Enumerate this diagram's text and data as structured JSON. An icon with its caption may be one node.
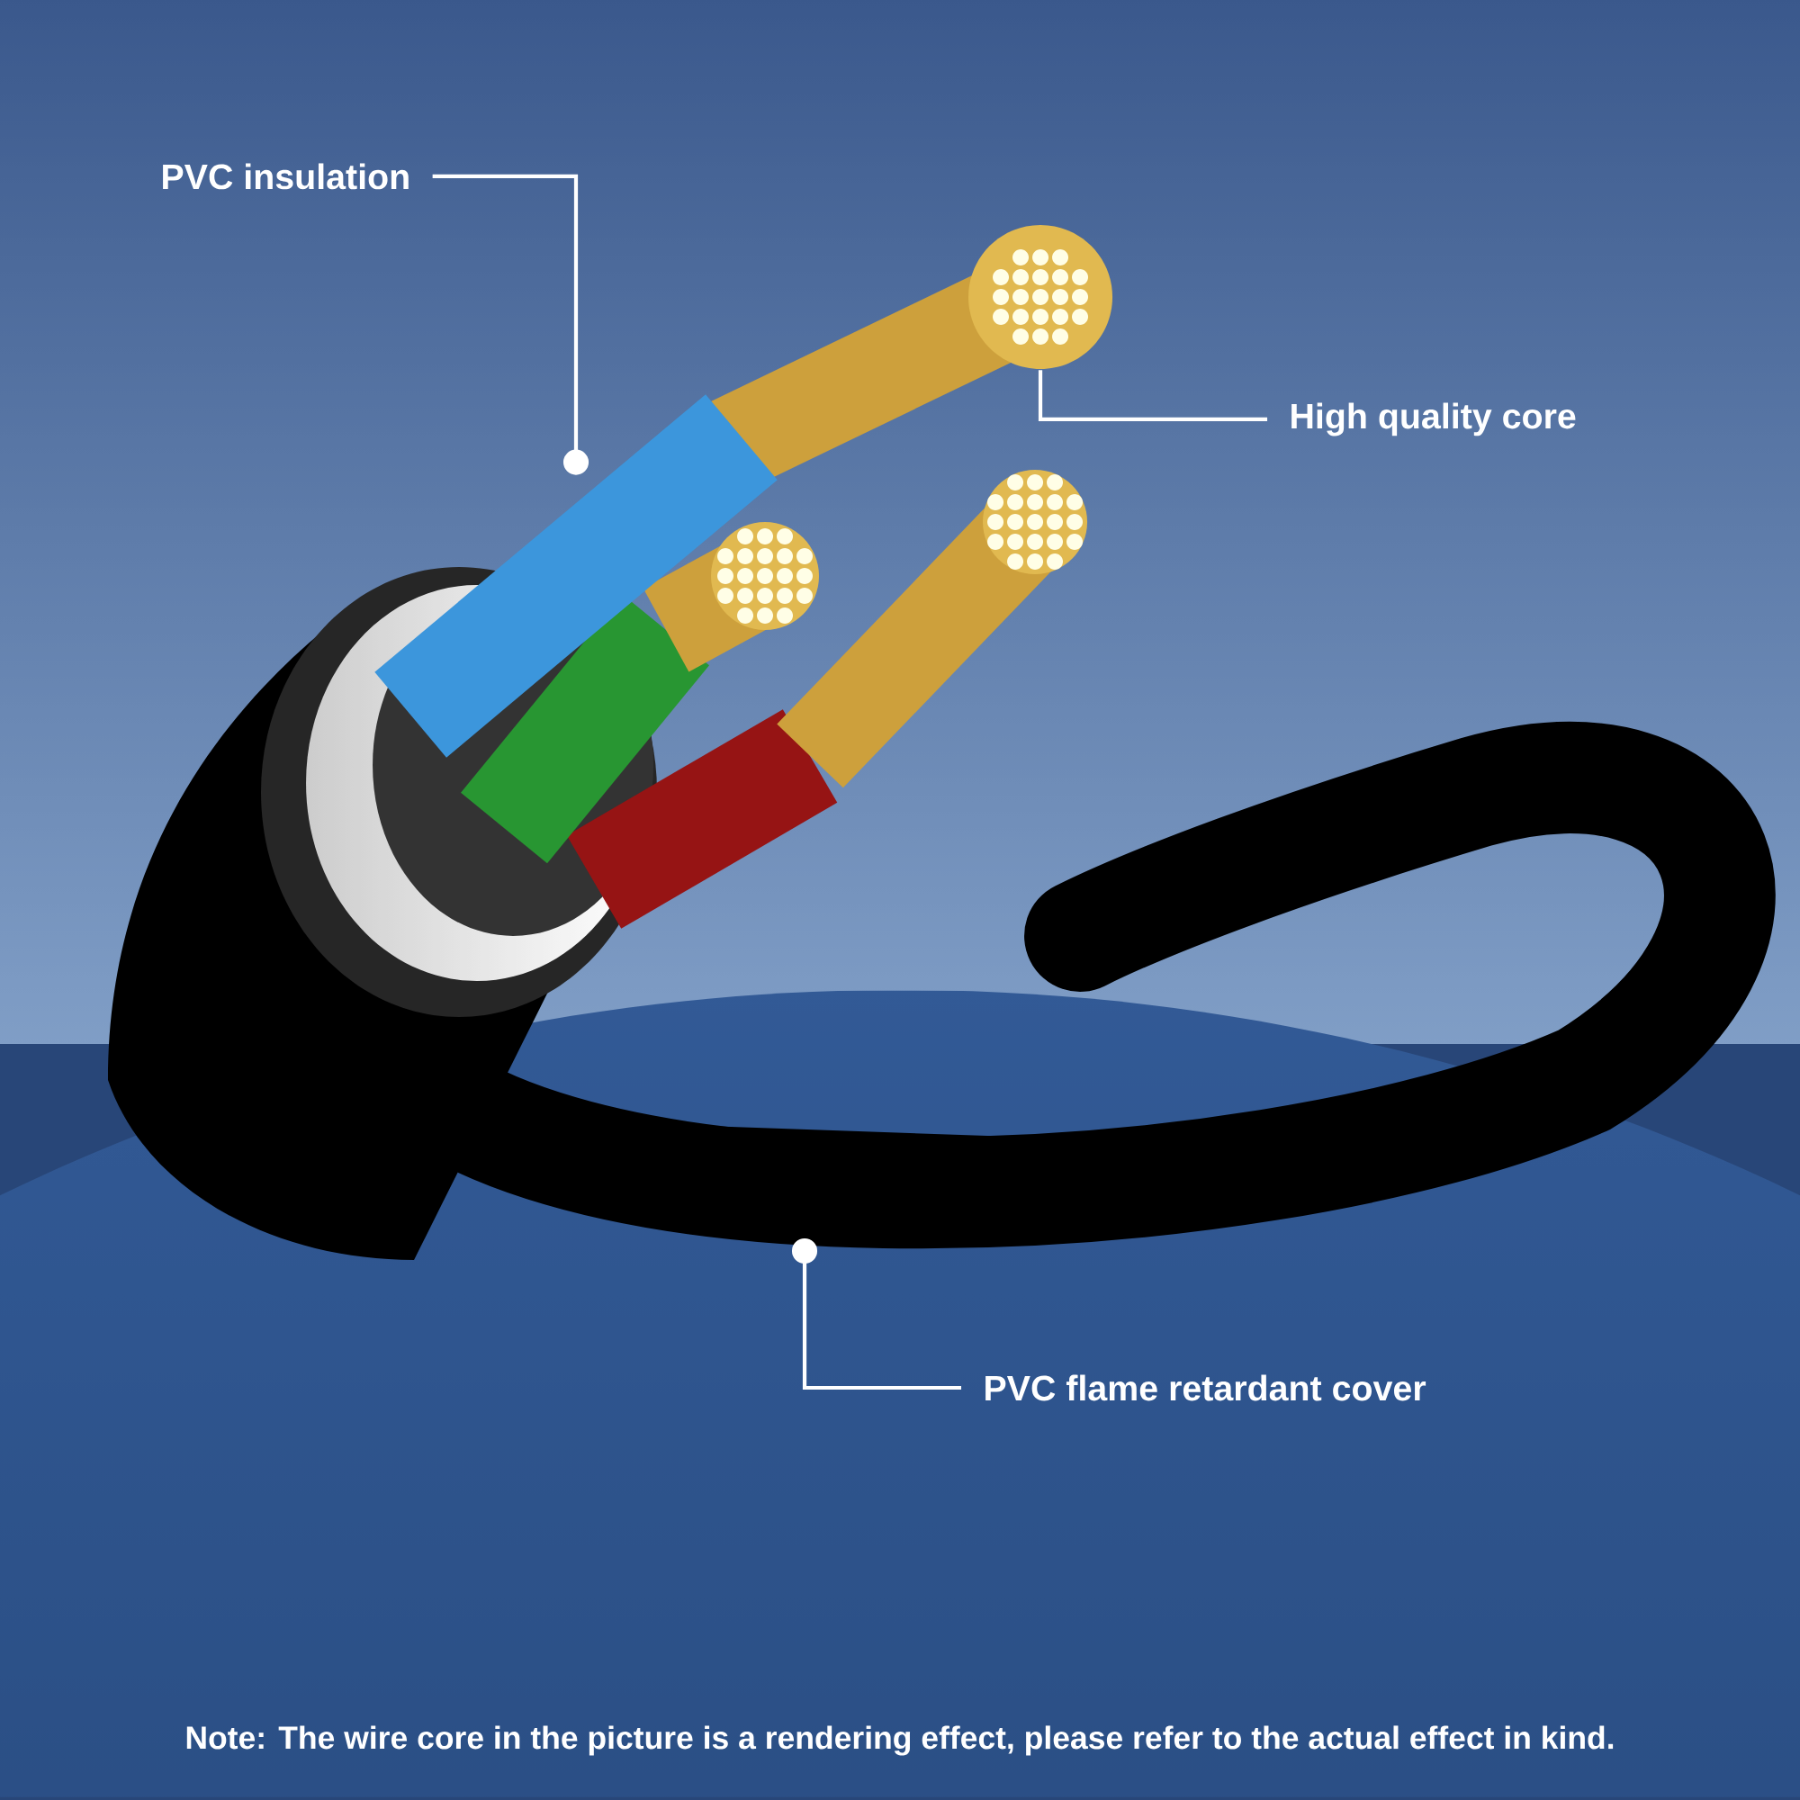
{
  "diagram": {
    "nodes": [
      {
        "text": [
          "PVC insulation"
        ]
      },
      {
        "text": [
          "High quality core"
        ]
      },
      {
        "text": [
          "PVC flame retardant cover"
        ]
      },
      {
        "text": [],
        "shape": "cylinder"
      },
      {
        "text": [],
        "shape": "circle"
      },
      {
        "text": [],
        "shape": "bar"
      }
    ],
    "edges": [
      {
        "from": 0,
        "to": 3,
        "arrow": "other"
      },
      {
        "from": 1,
        "to": 4,
        "arrow": "none"
      },
      {
        "from": 2,
        "to": 5,
        "arrow": "other"
      }
    ],
    "labels": [
      "Note: The wire core in the picture is a rendering effect, please refer to the actual effect in kind."
    ]
  }
}
